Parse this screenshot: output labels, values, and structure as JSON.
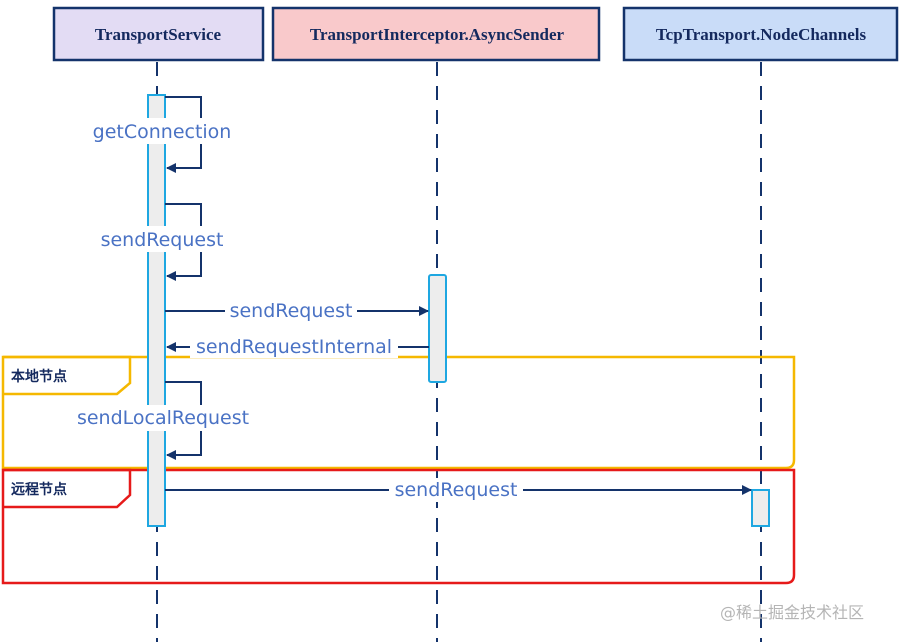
{
  "participants": [
    {
      "id": "ts",
      "label": "TransportService",
      "fill": "#e3dcf4"
    },
    {
      "id": "as",
      "label": "TransportInterceptor.AsyncSender",
      "fill": "#f9c9cb"
    },
    {
      "id": "nc",
      "label": "TcpTransport.NodeChannels",
      "fill": "#c9dcf8"
    }
  ],
  "messages": [
    {
      "label": "getConnection",
      "from": "ts",
      "to": "ts",
      "type": "self"
    },
    {
      "label": "sendRequest",
      "from": "ts",
      "to": "ts",
      "type": "self"
    },
    {
      "label": "sendRequest",
      "from": "ts",
      "to": "as",
      "type": "call"
    },
    {
      "label": "sendRequestInternal",
      "from": "as",
      "to": "ts",
      "type": "call"
    },
    {
      "label": "sendLocalRequest",
      "from": "ts",
      "to": "ts",
      "type": "self"
    },
    {
      "label": "sendRequest",
      "from": "ts",
      "to": "nc",
      "type": "call"
    }
  ],
  "frames": [
    {
      "label": "本地节点",
      "color": "#f5b800"
    },
    {
      "label": "远程节点",
      "color": "#e61a1a"
    }
  ],
  "colors": {
    "line": "#14336b",
    "activation_border": "#1ea7e1",
    "activation_fill": "#ededed",
    "message_text": "#4a72c4"
  },
  "watermark": "@稀土掘金技术社区"
}
